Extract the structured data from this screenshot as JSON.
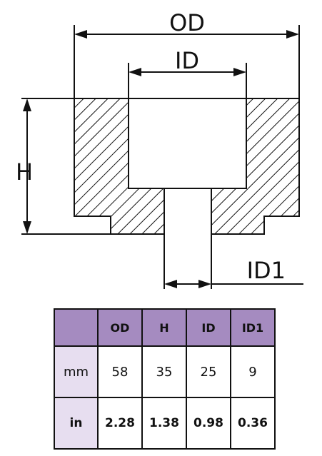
{
  "diagram": {
    "labels": {
      "od": "OD",
      "id": "ID",
      "h": "H",
      "id1": "ID1"
    },
    "line_color": "#111111"
  },
  "table": {
    "header_color": "#a58bc0",
    "rowhead_color": "#e7def0",
    "columns": [
      "",
      "OD",
      "H",
      "ID",
      "ID1"
    ],
    "rows": [
      {
        "unit": "mm",
        "values": [
          "58",
          "35",
          "25",
          "9"
        ]
      },
      {
        "unit": "in",
        "values": [
          "2.28",
          "1.38",
          "0.98",
          "0.36"
        ]
      }
    ]
  }
}
